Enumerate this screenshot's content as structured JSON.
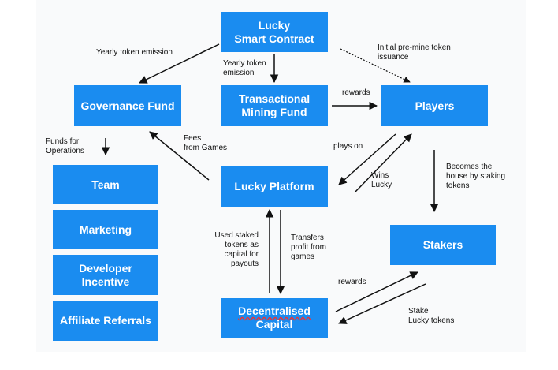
{
  "colors": {
    "box": "#1a8cf0",
    "box_text": "#ffffff",
    "arrow": "#111111",
    "label": "#111111"
  },
  "boxes": {
    "smart_contract": "Lucky\nSmart Contract",
    "governance_fund": "Governance Fund",
    "transactional_mining_fund": "Transactional\nMining Fund",
    "players": "Players",
    "team": "Team",
    "marketing": "Marketing",
    "developer_incentive": "Developer\nIncentive",
    "affiliate_referrals": "Affiliate Referrals",
    "lucky_platform": "Lucky Platform",
    "stakers": "Stakers",
    "decentralised_capital_line1": "Decentralised",
    "decentralised_capital_line2": "Capital"
  },
  "labels": {
    "yearly_emission_gov": "Yearly token emission",
    "yearly_emission_mining": "Yearly token\nemission",
    "premine": "Initial pre-mine token\nissuance",
    "rewards_players": "rewards",
    "funds_ops": "Funds for\nOperations",
    "fees": "Fees\nfrom Games",
    "plays_on": "plays on",
    "wins": "Wins\nLucky",
    "becomes_house": "Becomes the\nhouse by staking\ntokens",
    "used_staked": "Used staked\ntokens as\ncapital for\npayouts",
    "transfers": "Transfers\nprofit from\ngames",
    "rewards_stakers": "rewards",
    "stake": "Stake\nLucky tokens"
  }
}
